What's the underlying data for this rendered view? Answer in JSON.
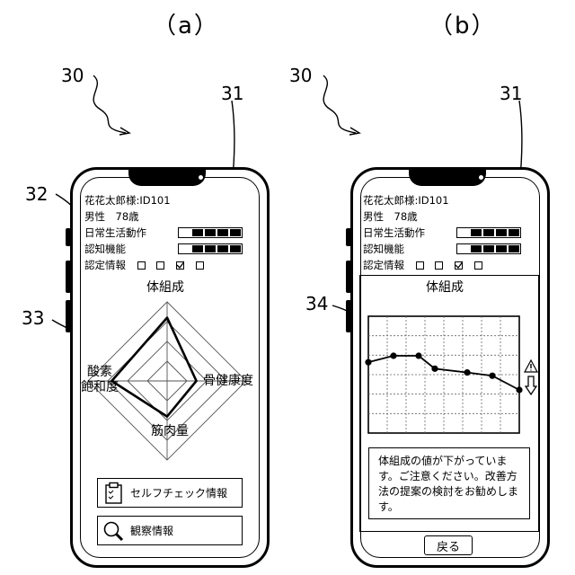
{
  "panels": [
    {
      "label": "（a）",
      "ref_device": "30",
      "ref_phone": "31",
      "ref_info": "32",
      "ref_chart": "33",
      "patient": {
        "name_id": "花花太郎様:ID101",
        "sex_age": "男性　78歳",
        "adl_label": "日常生活動作",
        "cognitive_label": "認知機能",
        "cert_label": "認定情報"
      },
      "radar": {
        "axes": [
          "体組成",
          "骨健康度",
          "筋肉量",
          "酸素\n飽和度"
        ],
        "values": [
          0.8,
          0.37,
          0.45,
          0.7
        ],
        "rings": 4
      },
      "buttons": {
        "self_check": "セルフチェック情報",
        "observation": "観察情報"
      }
    },
    {
      "label": "（b）",
      "ref_device": "30",
      "ref_phone": "31",
      "ref_graph": "34",
      "patient": {
        "name_id": "花花太郎様:ID101",
        "sex_age": "男性　78歳",
        "adl_label": "日常生活動作",
        "cognitive_label": "認知機能",
        "cert_label": "認定情報"
      },
      "graph_title": "体組成",
      "graph_values": [
        0.43,
        0.53,
        0.53,
        0.33,
        0.27,
        0.22,
        0.0
      ],
      "warn_icon": "warning-triangle-icon",
      "arrow_icon": "down-arrow-icon",
      "message": "体組成の値が下がっています。ご注意ください。改善方法の提案の検討をお勧めします。",
      "back_button": "戻る"
    }
  ]
}
